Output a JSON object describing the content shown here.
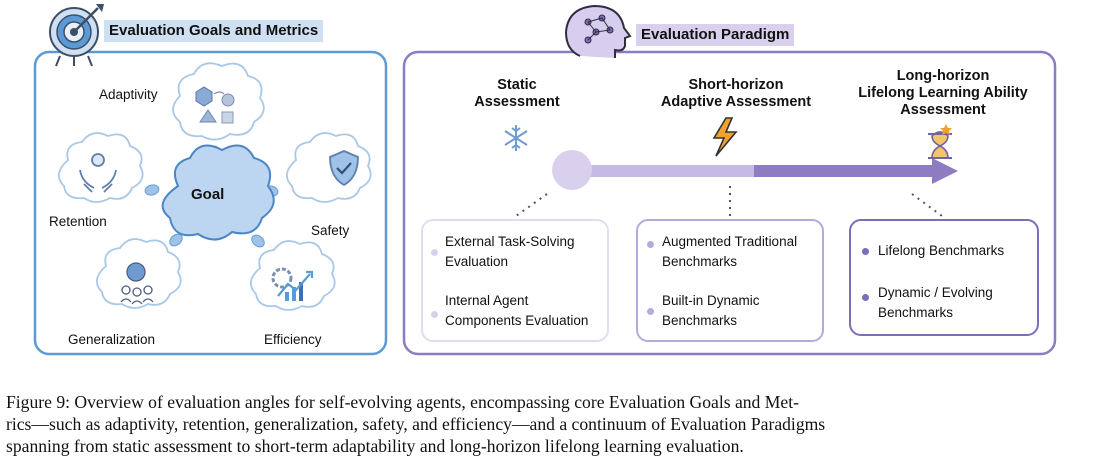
{
  "left_panel": {
    "title": "Evaluation Goals and Metrics",
    "center": "Goal",
    "goals": [
      "Adaptivity",
      "Retention",
      "Safety",
      "Generalization",
      "Efficiency"
    ]
  },
  "right_panel": {
    "title": "Evaluation Paradigm",
    "stages": [
      {
        "title_lines": [
          "Static",
          "Assessment"
        ],
        "icon": "snowflake-icon",
        "items": [
          [
            "External Task-Solving",
            "Evaluation"
          ],
          [
            "Internal Agent",
            "Components Evaluation"
          ]
        ]
      },
      {
        "title_lines": [
          "Short-horizon",
          "Adaptive Assessment"
        ],
        "icon": "lightning-icon",
        "items": [
          [
            "Augmented Traditional",
            "Benchmarks"
          ],
          [
            "Built-in Dynamic",
            "Benchmarks"
          ]
        ]
      },
      {
        "title_lines": [
          "Long-horizon",
          "Lifelong Learning Ability",
          "Assessment"
        ],
        "icon": "hourglass-icon",
        "items": [
          [
            "Lifelong Benchmarks"
          ],
          [
            "Dynamic / Evolving",
            "Benchmarks"
          ]
        ]
      }
    ]
  },
  "caption_lines": [
    "Figure 9: Overview of evaluation angles for self-evolving agents, encompassing core Evaluation Goals and Met-",
    "rics—such as adaptivity, retention, generalization, safety, and efficiency—and a continuum of Evaluation Paradigms",
    "spanning from static assessment to short-term adaptability and long-horizon lifelong learning evaluation."
  ],
  "colors": {
    "blue": "#5b9bd5",
    "purple": "#8e7cc3",
    "light_purple": "#d9d0ee",
    "cloud_fill": "#c9def4"
  }
}
